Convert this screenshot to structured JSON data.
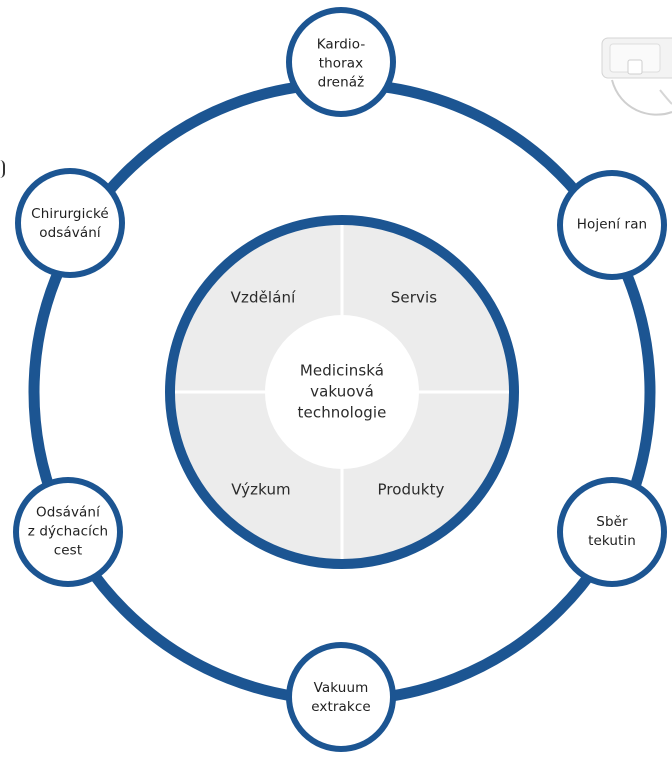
{
  "diagram": {
    "center": {
      "lines": [
        "Medicinská",
        "vakuová",
        "technologie"
      ]
    },
    "segments": [
      {
        "label": "Vzdělání"
      },
      {
        "label": "Servis"
      },
      {
        "label": "Výzkum"
      },
      {
        "label": "Produkty"
      }
    ],
    "satellites": [
      {
        "lines": [
          "Kardio-",
          "thorax",
          "drenáž"
        ]
      },
      {
        "lines": [
          "Hojení ran"
        ]
      },
      {
        "lines": [
          "Sběr",
          "tekutin"
        ]
      },
      {
        "lines": [
          "Vakuum",
          "extrakce"
        ]
      },
      {
        "lines": [
          "Odsávání",
          "z dýchacích",
          "cest"
        ]
      },
      {
        "lines": [
          "Chirurgické",
          "odsávání"
        ]
      }
    ],
    "colors": {
      "ring": "#1c5592",
      "segment_fill": "#ececec",
      "segment_divider": "#ffffff",
      "circle_fill": "#ffffff",
      "text": "#1f1f1f"
    }
  }
}
